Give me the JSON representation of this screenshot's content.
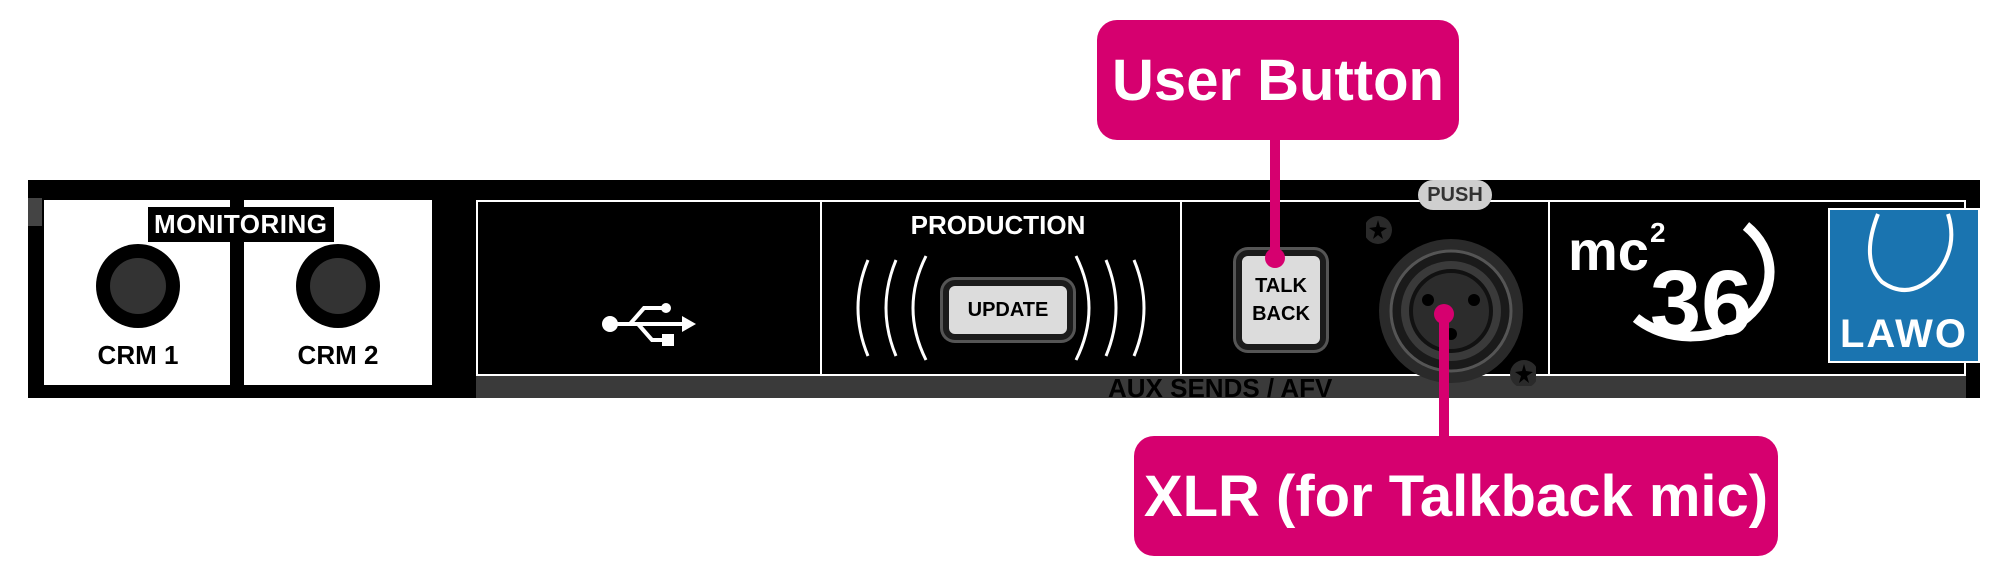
{
  "callouts": {
    "user_button": "User Button",
    "xlr": "XLR (for Talkback mic)"
  },
  "monitoring": {
    "title": "MONITORING",
    "outputs": [
      {
        "label": "CRM 1"
      },
      {
        "label": "CRM 2"
      }
    ]
  },
  "panel": {
    "usb_icon": "usb-icon",
    "production_title": "PRODUCTION",
    "update_button": "UPDATE",
    "talkback_line1": "TALK",
    "talkback_line2": "BACK",
    "push_label": "PUSH",
    "aux_label": "AUX SENDS / AFV",
    "logo_mc": "mc",
    "logo_sup": "2",
    "logo_model": "36",
    "brand": "LAWO"
  },
  "colors": {
    "callout": "#d6006f",
    "panel": "#000000",
    "brand_blue": "#1a74b0",
    "button_face": "#dcdcdc"
  }
}
